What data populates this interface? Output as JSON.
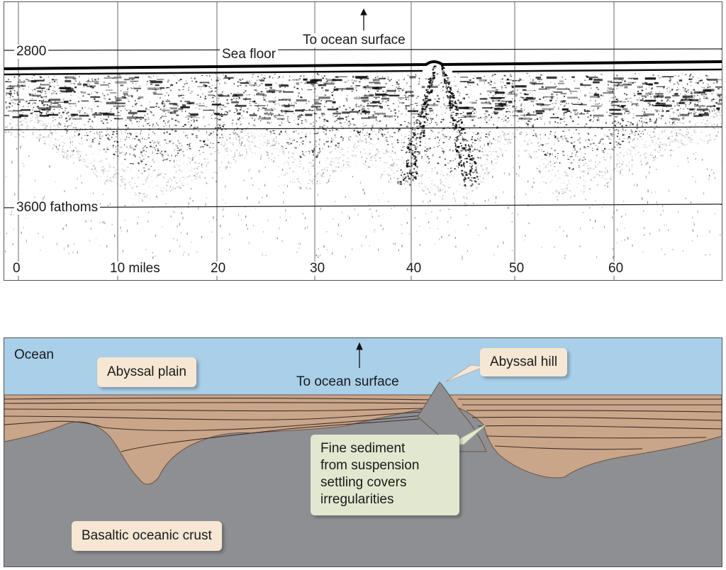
{
  "profile": {
    "top_depth_label": "2800",
    "bottom_depth_label": "3600 fathoms",
    "sea_floor_label": "Sea floor",
    "surface_label": "To ocean surface",
    "distance_labels": [
      "0",
      "10 miles",
      "20",
      "30",
      "40",
      "50",
      "60"
    ]
  },
  "diagram": {
    "ocean_label": "Ocean",
    "plain_label": "Abyssal plain",
    "hill_label": "Abyssal hill",
    "surface_label": "To ocean surface",
    "sediment_lines": [
      "Fine sediment",
      "from suspension",
      "settling covers",
      "irregularities"
    ],
    "crust_label": "Basaltic oceanic crust",
    "colors": {
      "ocean": "#a9cfe9",
      "sediment": "#c9a58a",
      "crust": "#8e8f93",
      "callout_tan": "#f5e7d3",
      "callout_green": "#e1e8cf"
    }
  }
}
